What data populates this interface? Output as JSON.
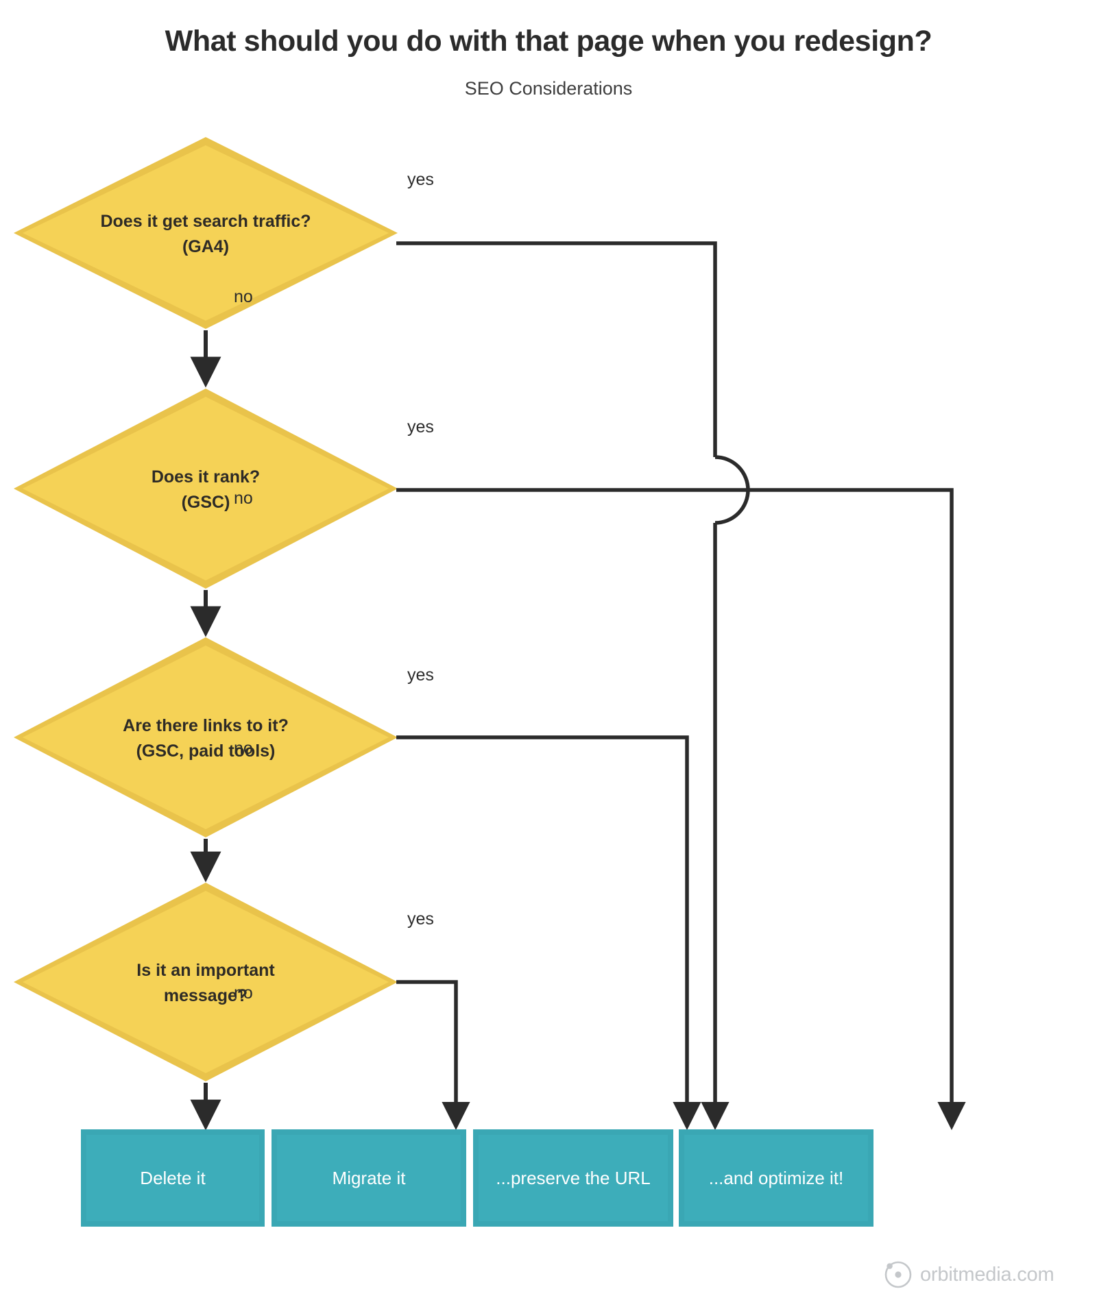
{
  "header": {
    "title": "What should you do with that page when you redesign?",
    "subtitle": "SEO Considerations"
  },
  "chart_data": {
    "type": "diagram",
    "diagram_kind": "decision-flowchart",
    "title": "What should you do with that page when you redesign?",
    "subtitle": "SEO Considerations",
    "palette": {
      "decision_fill": "#f5d256",
      "decision_border": "#e9c34b",
      "outcome_fill": "#3aa7b4",
      "outcome_inner": "#3dadba",
      "connector": "#2b2b2b",
      "background": "#ffffff",
      "logo_gray": "#c4c7ca"
    },
    "decisions": [
      {
        "id": "d1",
        "line1": "Does it get search traffic?",
        "line2": "(GA4)",
        "yes": "...preserve the URL",
        "no": "d2"
      },
      {
        "id": "d2",
        "line1": "Does it rank?",
        "line2": "(GSC)",
        "yes": "...and optimize it!",
        "no": "d3"
      },
      {
        "id": "d3",
        "line1": "Are there links to it?",
        "line2": "(GSC, paid tools)",
        "yes": "...preserve the URL",
        "no": "d4"
      },
      {
        "id": "d4",
        "line1": "Is it an important",
        "line2": "message?",
        "yes": "Migrate it",
        "no": "Delete it"
      }
    ],
    "outcomes": [
      {
        "id": "o1",
        "label": "Delete it"
      },
      {
        "id": "o2",
        "label": "Migrate it"
      },
      {
        "id": "o3",
        "label": "...preserve the URL"
      },
      {
        "id": "o4",
        "label": "...and optimize it!"
      }
    ],
    "edge_labels": {
      "yes": "yes",
      "no": "no"
    }
  },
  "diagram": {
    "nodes": {
      "d1": {
        "line1": "Does it get search traffic?",
        "line2": "(GA4)"
      },
      "d2": {
        "line1": "Does it rank?",
        "line2": "(GSC)"
      },
      "d3": {
        "line1": "Are there links to it?",
        "line2": "(GSC, paid tools)"
      },
      "d4": {
        "line1": "Is it an important",
        "line2": "message?"
      }
    },
    "edges": {
      "yes1": "yes",
      "no1": "no",
      "yes2": "yes",
      "no2": "no",
      "yes3": "yes",
      "no3": "no",
      "yes4": "yes",
      "no4": "no"
    },
    "outcomes": {
      "o1": "Delete it",
      "o2": "Migrate it",
      "o3": "...preserve the URL",
      "o4": "...and optimize it!"
    }
  },
  "footer": {
    "logo_text": "orbitmedia.com"
  }
}
